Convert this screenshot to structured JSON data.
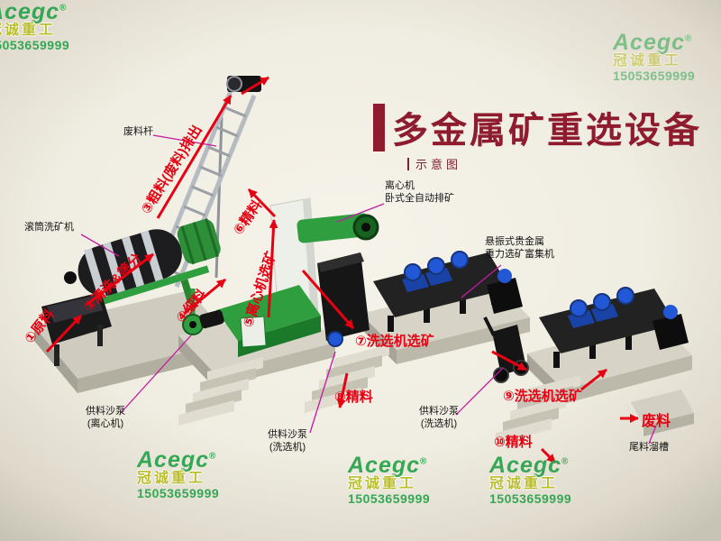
{
  "title": "多金属矿重选设备",
  "subtitle": "示意图",
  "watermark": {
    "brand": "Acegc",
    "reg": "®",
    "company": "冠诚重工",
    "phone": "15053659999"
  },
  "flow": {
    "f1": "①原料",
    "f2": "②清洗&筛分",
    "f3": "③粗料(废料)排出",
    "f4": "④细料",
    "f5": "⑤离心机选矿",
    "f6": "⑥精料",
    "f7": "⑦洗选机选矿",
    "f8": "⑧精料",
    "f9": "⑨洗选机选矿",
    "f10": "⑩精料",
    "waste": "废料"
  },
  "equipment": {
    "drum_washer": "滚筒洗矿机",
    "waste_rod": "废料杆",
    "centrifuge_l1": "离心机",
    "centrifuge_l2": "卧式全自动排矿",
    "shaker_l1": "悬振式贵金属",
    "shaker_l2": "重力选矿富集机",
    "pump1_l1": "供料沙泵",
    "pump1_l2": "(离心机)",
    "pump2_l1": "供料沙泵",
    "pump2_l2": "(洗选机)",
    "pump3_l1": "供料沙泵",
    "pump3_l2": "(洗选机)",
    "chute": "尾料溜槽"
  },
  "colors": {
    "title_red": "#8e1b2e",
    "flow_red": "#e60012",
    "leader_magenta": "#c21ca0",
    "machine_green": "#2f9e3f",
    "machine_blue": "#2257d6",
    "brand_green": "#2ca44e",
    "company_yellow": "#b8bd25",
    "background": "#f0ede2"
  }
}
